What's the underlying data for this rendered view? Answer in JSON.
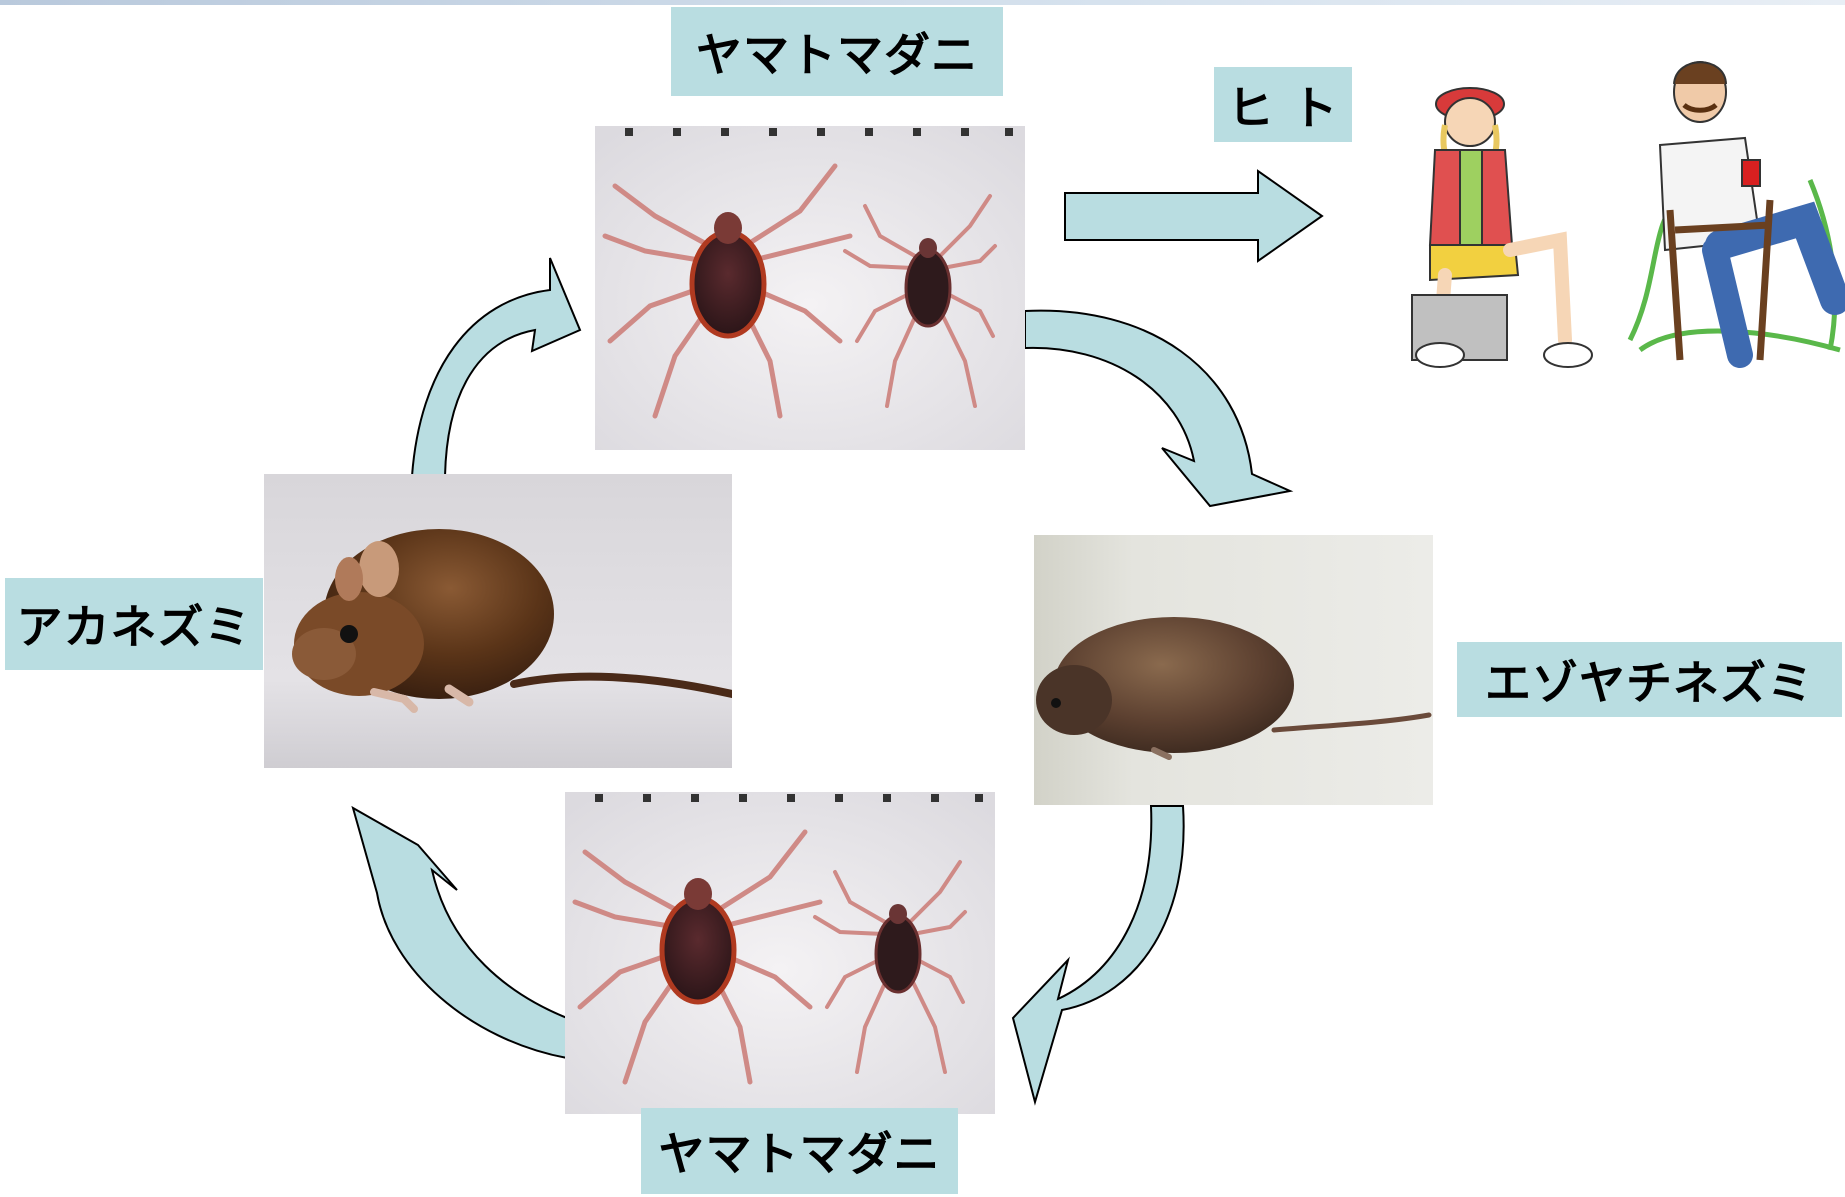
{
  "labels": {
    "tick_top": "ヤマトマダニ",
    "tick_bottom": "ヤマトマダニ",
    "human": "ヒ ト",
    "akanezumi": "アカネズミ",
    "ezoyachinezumi": "エゾヤチネズミ"
  },
  "colors": {
    "label_bg": "#b9dde1",
    "arrow_fill": "#b9dde1",
    "arrow_stroke": "#000000"
  }
}
